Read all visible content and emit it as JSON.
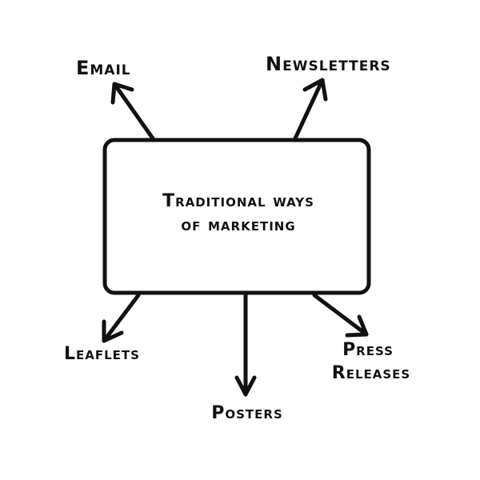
{
  "diagram": {
    "center": {
      "line1": "Traditional ways",
      "line2": "of marketing"
    },
    "nodes": {
      "email": "Email",
      "newsletters": "Newsletters",
      "leaflets": "Leaflets",
      "posters": "Posters",
      "press_line1": "Press",
      "press_line2": "Releases"
    },
    "colors": {
      "stroke": "#111111",
      "background": "#ffffff"
    }
  }
}
